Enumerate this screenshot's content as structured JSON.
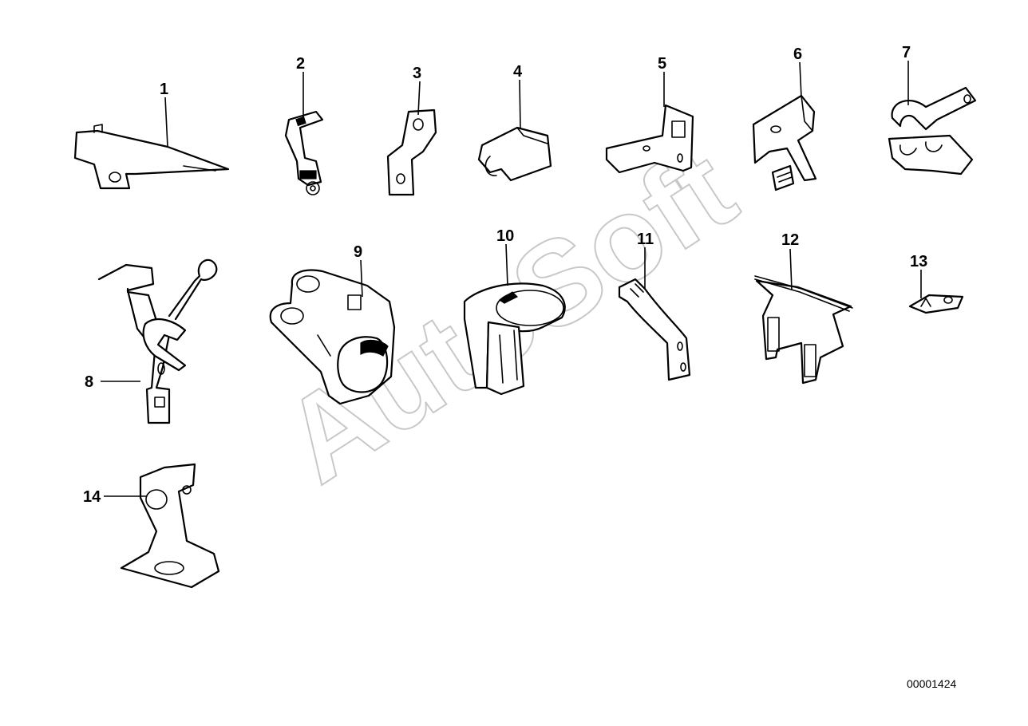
{
  "callouts": [
    "1",
    "2",
    "3",
    "4",
    "5",
    "6",
    "7",
    "8",
    "9",
    "10",
    "11",
    "12",
    "13",
    "14"
  ],
  "watermark": "AutoSoft",
  "diagram_id": "00001424"
}
